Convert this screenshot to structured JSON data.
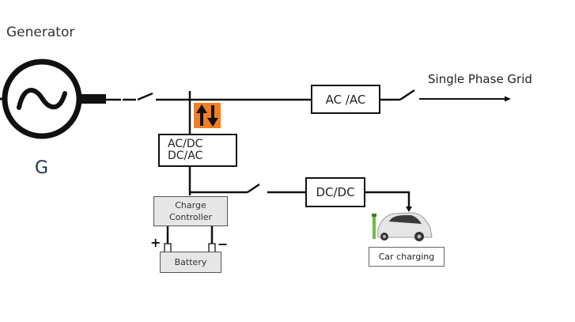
{
  "diagram": {
    "title": "Generator",
    "generator_symbol": "G",
    "grid_label": "Single Phase Grid",
    "blocks": {
      "ac_ac": "AC /AC",
      "ac_dc_line1": "AC/DC",
      "ac_dc_line2": "DC/AC",
      "dc_dc": "DC/DC",
      "charge_controller_line1": "Charge",
      "charge_controller_line2": "Controller",
      "battery": "Battery",
      "car_charging": "Car charging"
    },
    "battery_terminals": {
      "positive": "+",
      "negative": "−"
    },
    "icons": {
      "generator": "ac-generator-icon",
      "bidirectional": "bidirectional-arrows-icon",
      "car": "electric-car-icon",
      "charger": "charging-post-icon"
    },
    "colors": {
      "arrow_badge": "#f07f23",
      "charger_post": "#6cbf3c",
      "line": "#111111",
      "gray_box": "#e6e6e6"
    }
  }
}
